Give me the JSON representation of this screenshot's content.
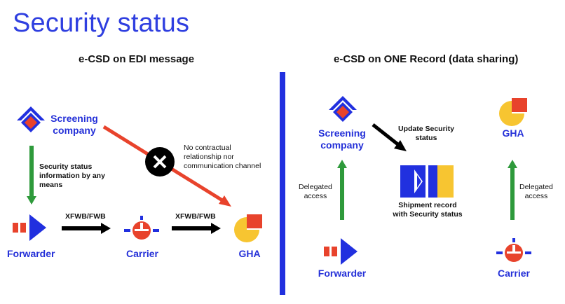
{
  "title": "Security status",
  "left": {
    "heading": "e-CSD on EDI message",
    "screening_company": "Screening\ncompany",
    "security_info": "Security status\ninformation by any\nmeans",
    "no_relationship": "No contractual\nrelationship nor\ncommunication channel",
    "forwarder": "Forwarder",
    "carrier": "Carrier",
    "gha": "GHA",
    "msg1": "XFWB/FWB",
    "msg2": "XFWB/FWB"
  },
  "right": {
    "heading": "e-CSD on ONE Record (data sharing)",
    "screening_company": "Screening\ncompany",
    "update_status": "Update Security\nstatus",
    "gha": "GHA",
    "delegated_left": "Delegated\naccess",
    "delegated_right": "Delegated\naccess",
    "shipment_record": "Shipment record\nwith Security status",
    "forwarder": "Forwarder",
    "carrier": "Carrier"
  },
  "colors": {
    "brand_blue": "#2130df",
    "red": "#e8432c",
    "yellow": "#f7c531",
    "green": "#2e9a3b",
    "black": "#000000"
  },
  "icons": [
    "screening-icon",
    "forwarder-icon",
    "carrier-icon",
    "gha-icon",
    "shipment-record-icon",
    "cross-icon"
  ]
}
